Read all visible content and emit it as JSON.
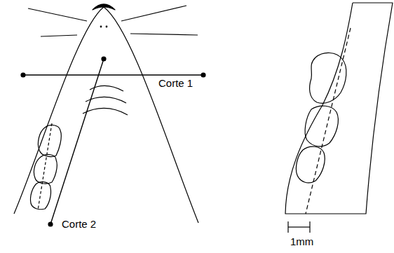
{
  "diagram": {
    "labels": [
      "Corte 1",
      "Corte 2",
      "1mm"
    ]
  }
}
